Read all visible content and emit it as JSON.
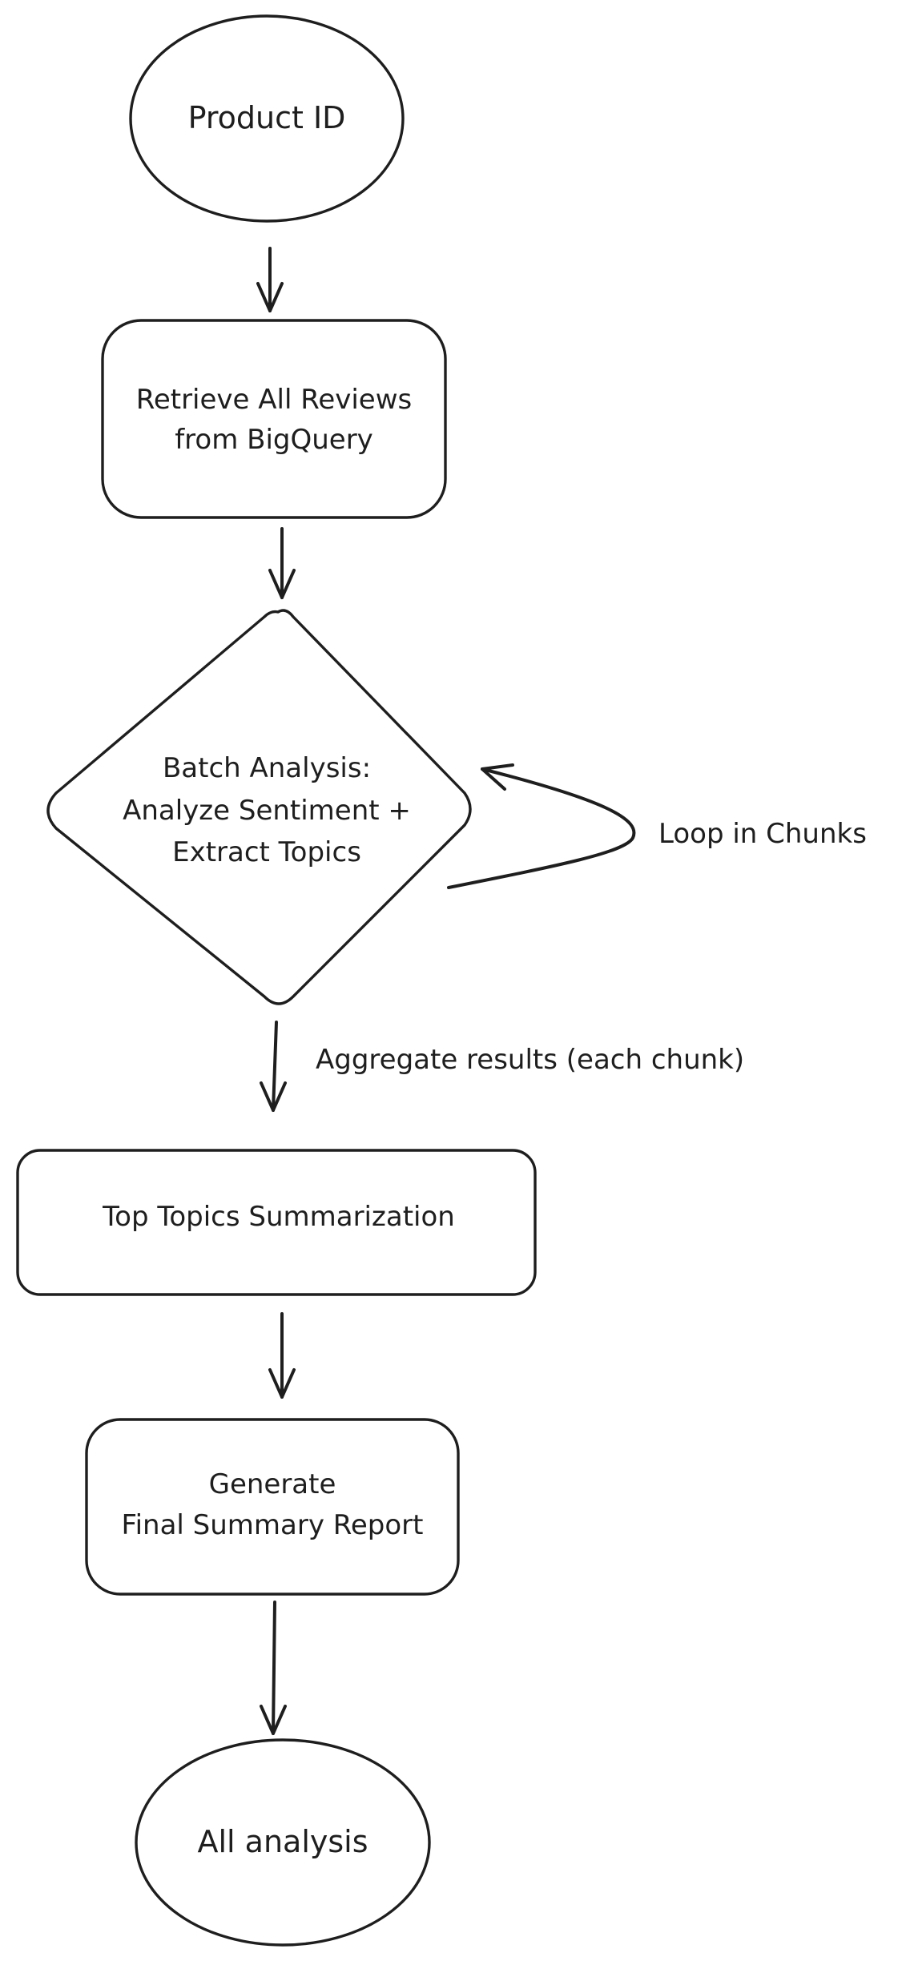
{
  "nodes": {
    "start": {
      "label": "Product ID"
    },
    "retrieve": {
      "line1": "Retrieve All Reviews",
      "line2": "from BigQuery"
    },
    "batch": {
      "line1": "Batch Analysis:",
      "line2": "Analyze Sentiment +",
      "line3": "Extract Topics"
    },
    "topics": {
      "label": "Top Topics Summarization"
    },
    "report": {
      "line1": "Generate",
      "line2": "Final Summary Report"
    },
    "end": {
      "label": "All analysis"
    }
  },
  "edges": {
    "loop_label": "Loop in Chunks",
    "aggregate_label": "Aggregate results (each chunk)"
  }
}
